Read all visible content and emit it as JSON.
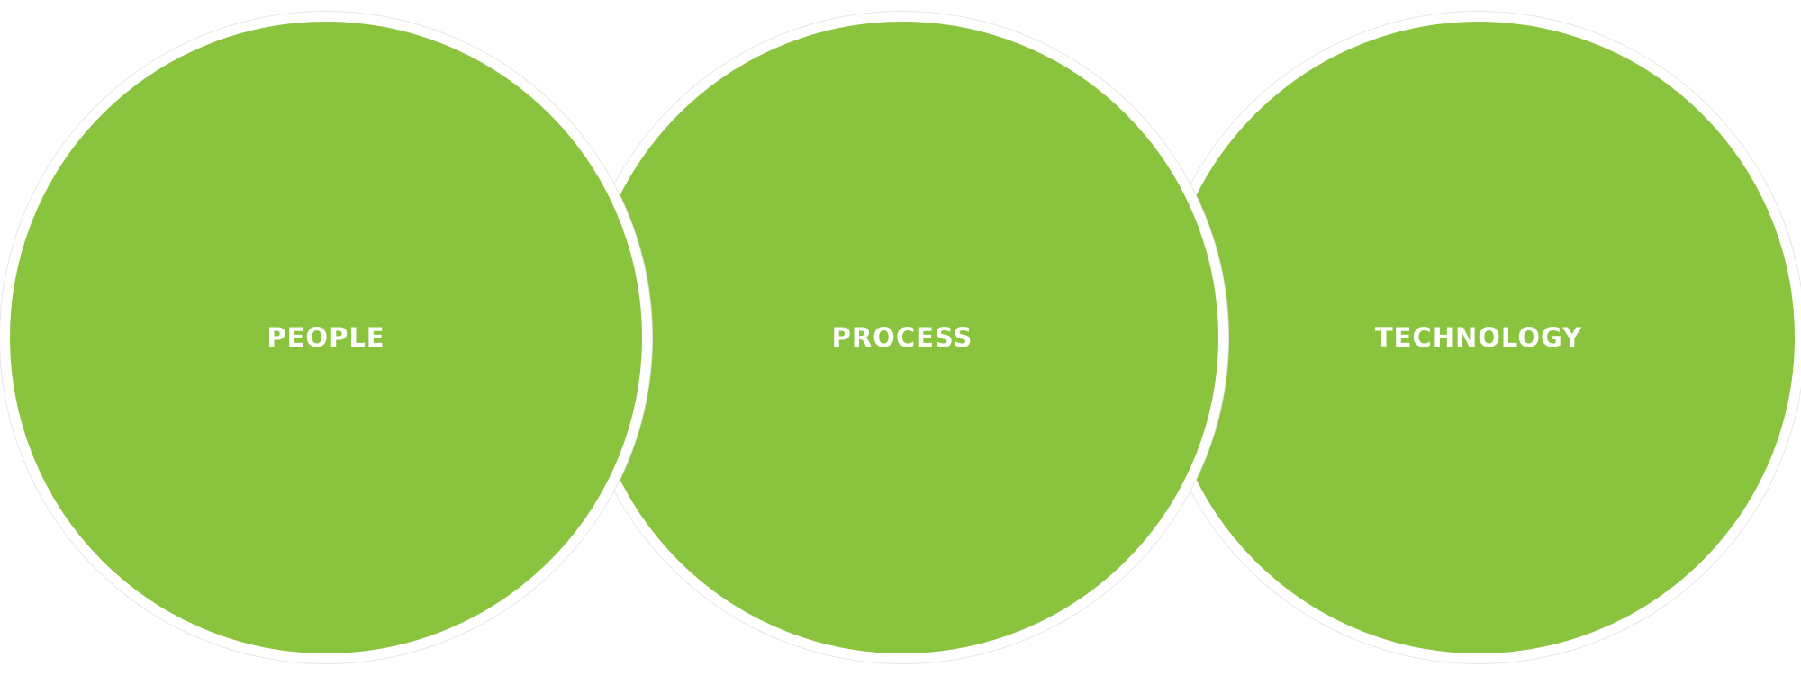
{
  "diagram": {
    "fill_color": "#8AC33E",
    "outline_color": "#FFFFFF",
    "circles": [
      {
        "label": "PEOPLE"
      },
      {
        "label": "PROCESS"
      },
      {
        "label": "TECHNOLOGY"
      }
    ]
  }
}
